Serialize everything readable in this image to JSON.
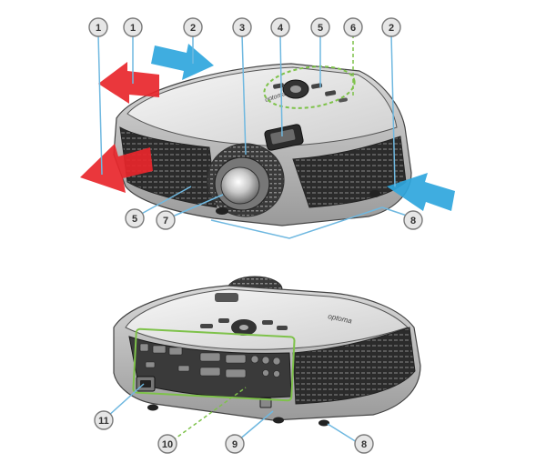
{
  "colors": {
    "exhaust_arrow": "#e8262b",
    "intake_arrow": "#2fa6dd",
    "leader_line": "#6fb8e0",
    "highlight_outline": "#7ec24a",
    "callout_fill": "#e6e6e6",
    "callout_stroke": "#7a7a7a",
    "body_light": "#e9e9e9",
    "body_dark": "#2a2a2a"
  },
  "callouts": {
    "c1a": "1",
    "c1b": "1",
    "c2a": "2",
    "c2b": "2",
    "c3": "3",
    "c4": "4",
    "c5a": "5",
    "c5b": "5",
    "c6": "6",
    "c7": "7",
    "c8a": "8",
    "c8b": "8",
    "c9": "9",
    "c10": "10",
    "c11": "11"
  }
}
